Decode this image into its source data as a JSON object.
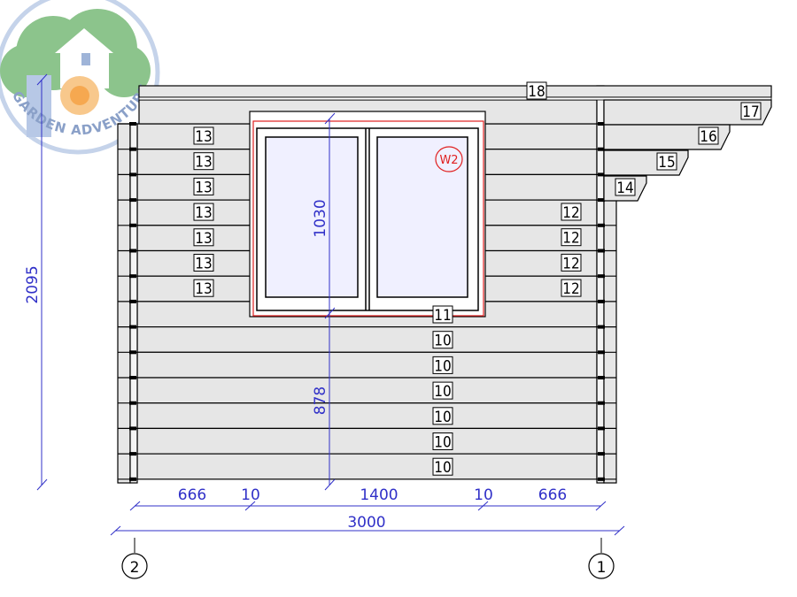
{
  "logo": {
    "text": "GARDEN ADVENTURE"
  },
  "log_labels": {
    "top_beam": "18",
    "left_wall": [
      "13",
      "13",
      "13",
      "13",
      "13",
      "13",
      "13"
    ],
    "right_wall": [
      "12",
      "12",
      "12",
      "12"
    ],
    "lower_wall": [
      "11",
      "10",
      "10",
      "10",
      "10",
      "10",
      "10"
    ],
    "roof_steps": [
      "17",
      "16",
      "15",
      "14"
    ]
  },
  "window": {
    "tag": "W2"
  },
  "dimensions": {
    "total_height": "2095",
    "window_height": "1030",
    "sill_height": "878",
    "segments": [
      "666",
      "10",
      "1400",
      "10",
      "666"
    ],
    "overall_width": "3000"
  },
  "axes": [
    "2",
    "1"
  ],
  "colors": {
    "log_fill": "#e6e6e6",
    "line": "#000000",
    "dimension": "#3030c8",
    "window_red": "#e02020",
    "glass": "#f0f0ff"
  }
}
